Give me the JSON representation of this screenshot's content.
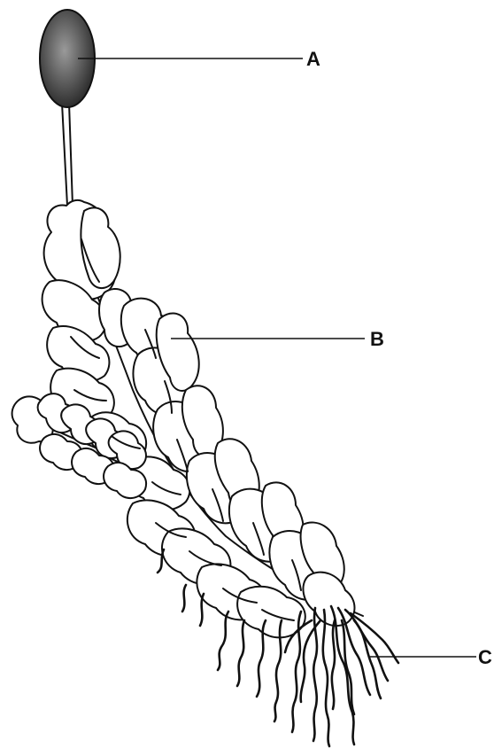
{
  "labels": {
    "a": "A",
    "b": "B",
    "c": "C"
  },
  "colors": {
    "ink": "#111111",
    "capsule_dark": "#2a2a2a",
    "capsule_light": "#9a9a9a",
    "background": "#ffffff"
  }
}
